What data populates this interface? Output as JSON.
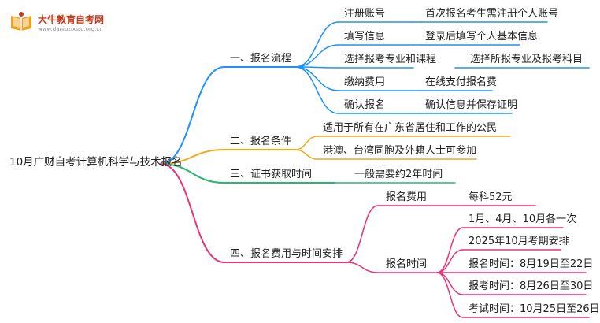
{
  "logo": {
    "title": "大牛教育自考网",
    "url": "www.daniuzixiao.org.cn"
  },
  "root": "10月广财自考计算机科学与技术报名",
  "colors": {
    "blue": "#1e90ff",
    "orange": "#f2a81b",
    "green": "#2bb673",
    "pink": "#e8327a"
  },
  "sections": [
    {
      "label": "一、报名流程",
      "items": [
        {
          "key": "注册账号",
          "value": "首次报名考生需注册个人账号"
        },
        {
          "key": "填写信息",
          "value": "登录后填写个人基本信息"
        },
        {
          "key": "选择报考专业和课程",
          "value": "选择所报专业及报考科目"
        },
        {
          "key": "缴纳费用",
          "value": "在线支付报名费"
        },
        {
          "key": "确认报名",
          "value": "确认信息并保存证明"
        }
      ]
    },
    {
      "label": "二、报名条件",
      "items": [
        "适用于所有在广东省居住和工作的公民",
        "港澳、台湾同胞及外籍人士可参加"
      ]
    },
    {
      "label": "三、证书获取时间",
      "items": [
        "一般需要约2年时间"
      ]
    },
    {
      "label": "四、报名费用与时间安排",
      "fee": {
        "key": "报名费用",
        "value": "每科52元"
      },
      "time": {
        "key": "报名时间",
        "items": [
          "1月、4月、10月各一次",
          "2025年10月考期安排",
          "报名时间：8月19日至22日",
          "报考时间：8月26日至30日",
          "考试时间：10月25日至26日"
        ]
      }
    }
  ]
}
